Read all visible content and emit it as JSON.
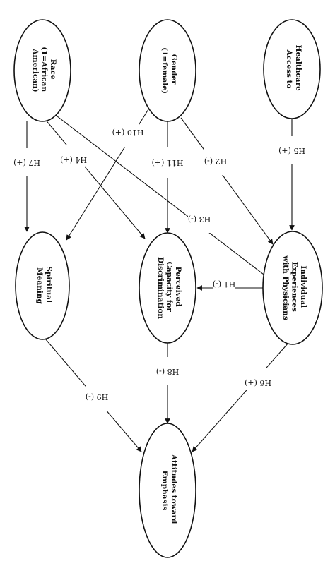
{
  "diagram": {
    "nodes": {
      "healthcare_access": {
        "lines": [
          "Healthcare",
          "Access to"
        ]
      },
      "gender": {
        "lines": [
          "Gender",
          "(1=female)"
        ]
      },
      "race": {
        "lines": [
          "Race",
          "(1=African",
          "American)"
        ]
      },
      "physician_experiences": {
        "lines": [
          "Individual",
          "Experiences",
          "with Physicians"
        ]
      },
      "discrimination": {
        "lines": [
          "Perceived",
          "Capacity for",
          "Discrimination"
        ]
      },
      "spiritual": {
        "lines": [
          "Spiritual",
          "Meaning"
        ]
      },
      "emphasis": {
        "lines": [
          "Attitudes toward",
          "Emphasis"
        ]
      }
    },
    "edges": {
      "h5": {
        "label": "H5 (+)"
      },
      "h2": {
        "label": "H2 (-)"
      },
      "h11": {
        "label": "H11 (+)"
      },
      "h10": {
        "label": "H10 (+)"
      },
      "h3": {
        "label": "H3 (-)"
      },
      "h4": {
        "label": "H4 (+)"
      },
      "h7": {
        "label": "H7 (+)"
      },
      "h1": {
        "label": "H1 (-)"
      },
      "h6": {
        "label": "H6 (+)"
      },
      "h8": {
        "label": "H8 (-)"
      },
      "h9": {
        "label": "H9 (-)"
      }
    }
  }
}
